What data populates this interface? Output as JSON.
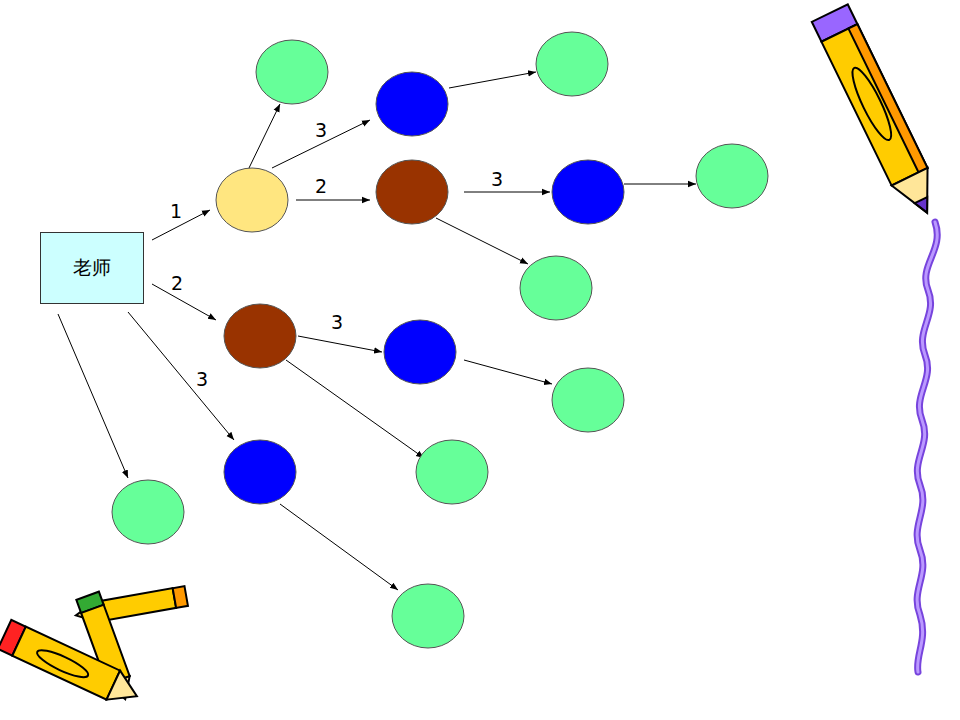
{
  "diagram": {
    "nodes": [
      {
        "text": [
          "老师"
        ]
      }
    ],
    "labels": [
      "3",
      "3",
      "2",
      "1",
      "2",
      "3",
      "3"
    ]
  }
}
